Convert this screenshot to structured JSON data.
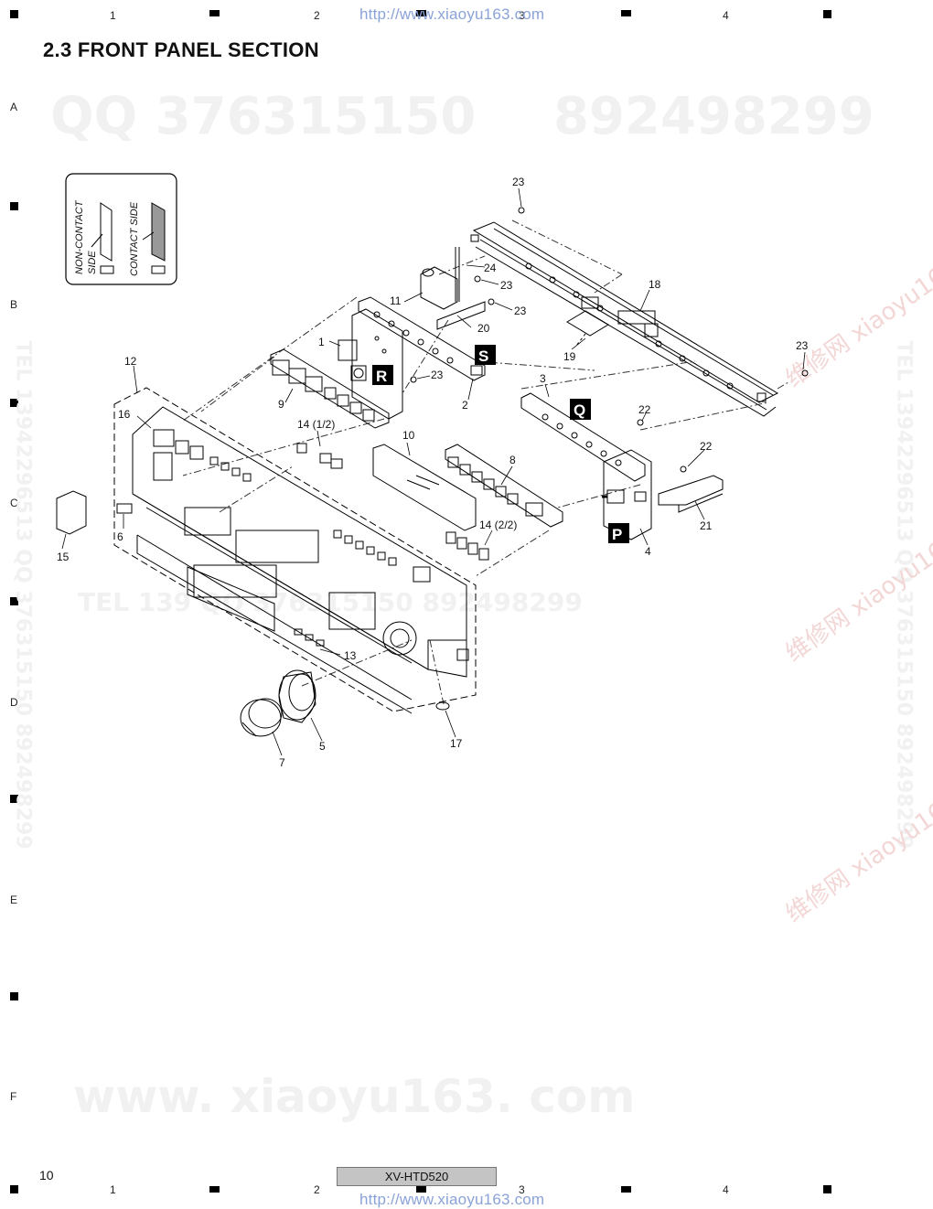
{
  "header": {
    "url": "http://www.xiaoyu163.com",
    "col_numbers": [
      "1",
      "2",
      "3",
      "4"
    ]
  },
  "title": "2.3  FRONT PANEL SECTION",
  "row_letters": [
    "A",
    "B",
    "C",
    "D",
    "E",
    "F"
  ],
  "watermarks": {
    "qq": "QQ 376315150",
    "num": "892498299",
    "tel_line": "TEL  139        QQ  376315150  892498299",
    "side_left": "TEL 13942296513 QQ 376315150 892498299",
    "side_right": "TEL 13942296513 QQ 376315150 892498299",
    "bottom": "www. xiaoyu163. com",
    "cn_site": "维修网 xiaoyu163.com"
  },
  "legend": {
    "non_contact": "NON-CONTACT",
    "side": "SIDE",
    "contact_side": "CONTACT SIDE"
  },
  "parts": {
    "p1": "1",
    "p2": "2",
    "p3": "3",
    "p4": "4",
    "p5": "5",
    "p6": "6",
    "p7": "7",
    "p8": "8",
    "p9": "9",
    "p10": "10",
    "p11": "11",
    "p12": "12",
    "p13": "13",
    "p14a": "14 (1/2)",
    "p14b": "14 (2/2)",
    "p15": "15",
    "p16": "16",
    "p17": "17",
    "p18": "18",
    "p19": "19",
    "p20": "20",
    "p21": "21",
    "p22": "22",
    "p23": "23",
    "p24": "24"
  },
  "tags": {
    "s": "S",
    "r": "R",
    "q": "Q",
    "p": "P"
  },
  "footer": {
    "page": "10",
    "model": "XV-HTD520",
    "url": "http://www.xiaoyu163.com"
  }
}
